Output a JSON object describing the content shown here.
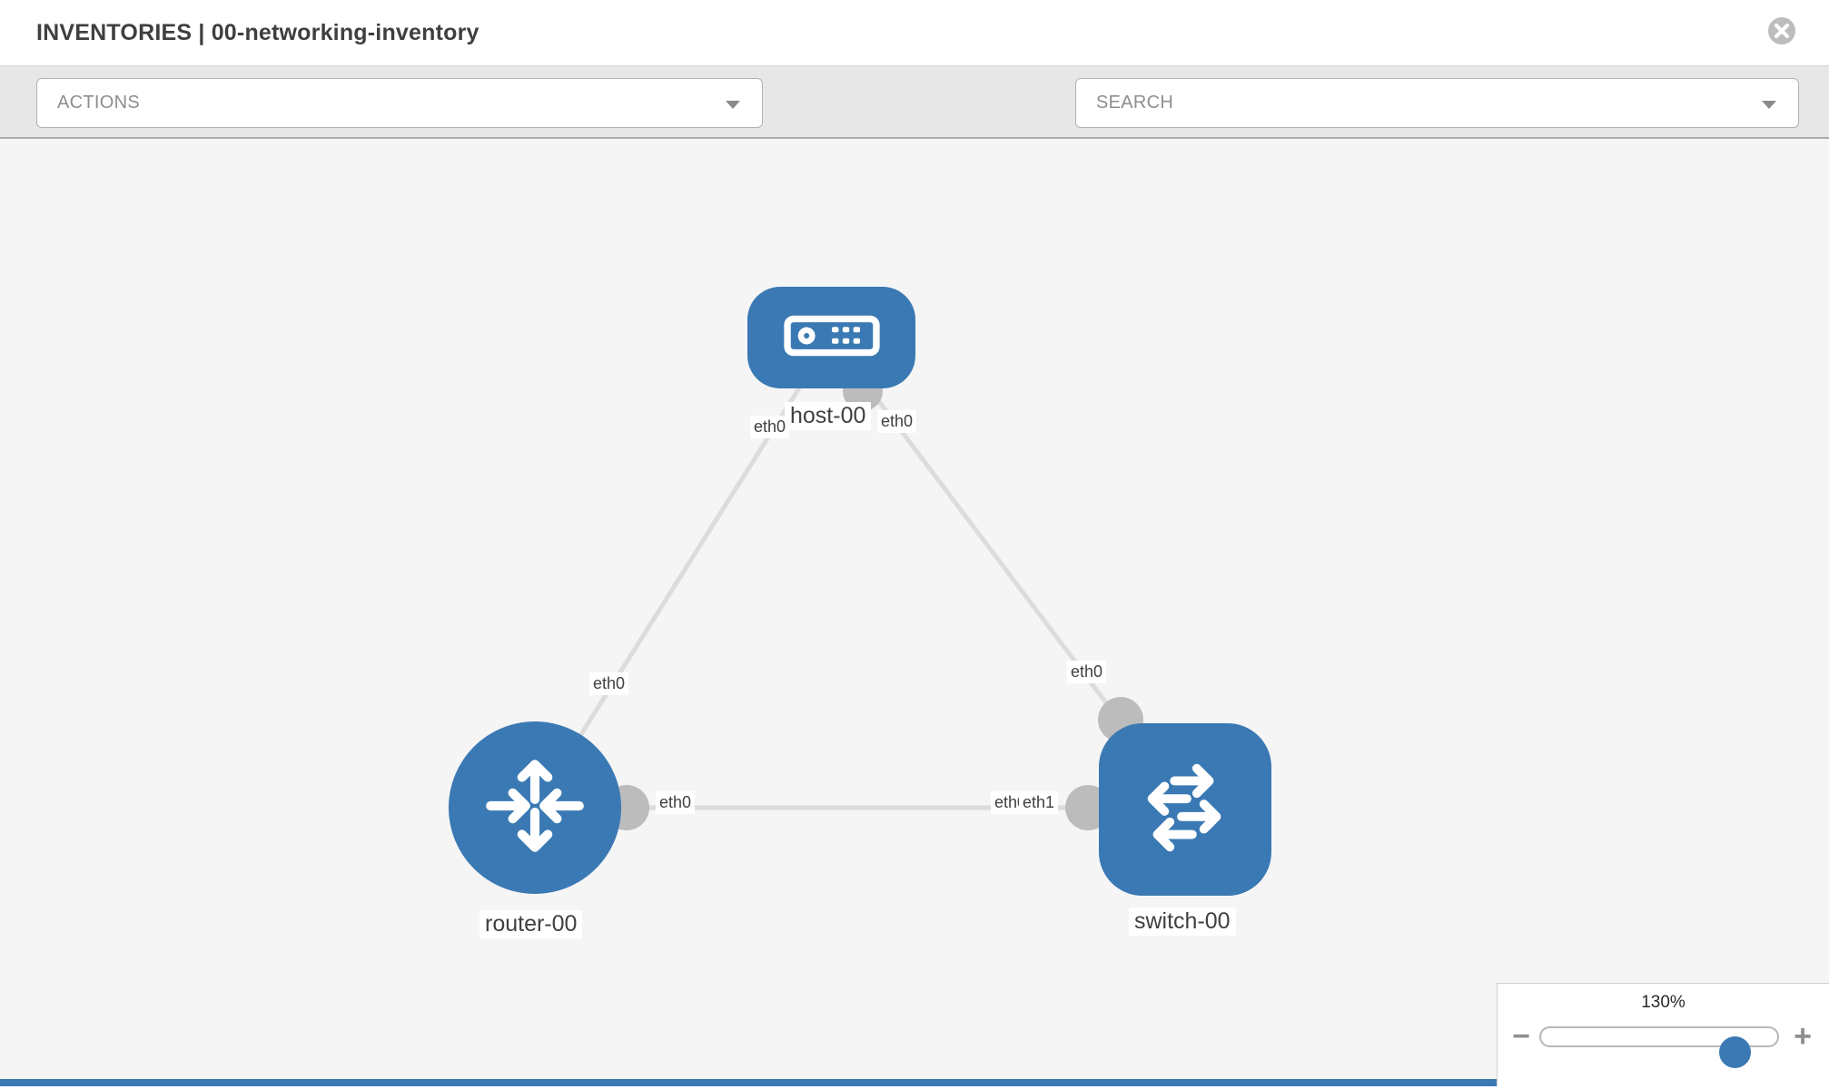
{
  "header": {
    "title": "INVENTORIES | 00-networking-inventory"
  },
  "toolbar": {
    "actions_label": "ACTIONS",
    "search_label": "SEARCH",
    "icons": [
      "wrench-icon",
      "key-icon"
    ]
  },
  "topology": {
    "nodes": [
      {
        "label": "host-00",
        "type": "host"
      },
      {
        "label": "router-00",
        "type": "router"
      },
      {
        "label": "switch-00",
        "type": "switch"
      }
    ],
    "links": [
      {
        "from": "host-00",
        "to": "router-00",
        "from_if": "eth0",
        "to_if": "eth0"
      },
      {
        "from": "host-00",
        "to": "switch-00",
        "from_if": "eth0",
        "to_if": "eth0"
      },
      {
        "from": "router-00",
        "to": "switch-00",
        "from_if": "eth0",
        "to_if": "eth1"
      }
    ],
    "interface_labels": {
      "host_left": "eth0",
      "host_right": "eth0",
      "router_top": "eth0",
      "router_right": "eth0",
      "switch_top": "eth0",
      "switch_left_back": "eth0",
      "switch_left_front": "eth1"
    },
    "colors": {
      "node_fill": "#3a79b3",
      "link_line": "#dcdcdc",
      "connector": "#bcbcbc",
      "label_text": "#404040"
    }
  },
  "zoom_control": {
    "value": "130%",
    "minus_label": "−",
    "plus_label": "+"
  }
}
